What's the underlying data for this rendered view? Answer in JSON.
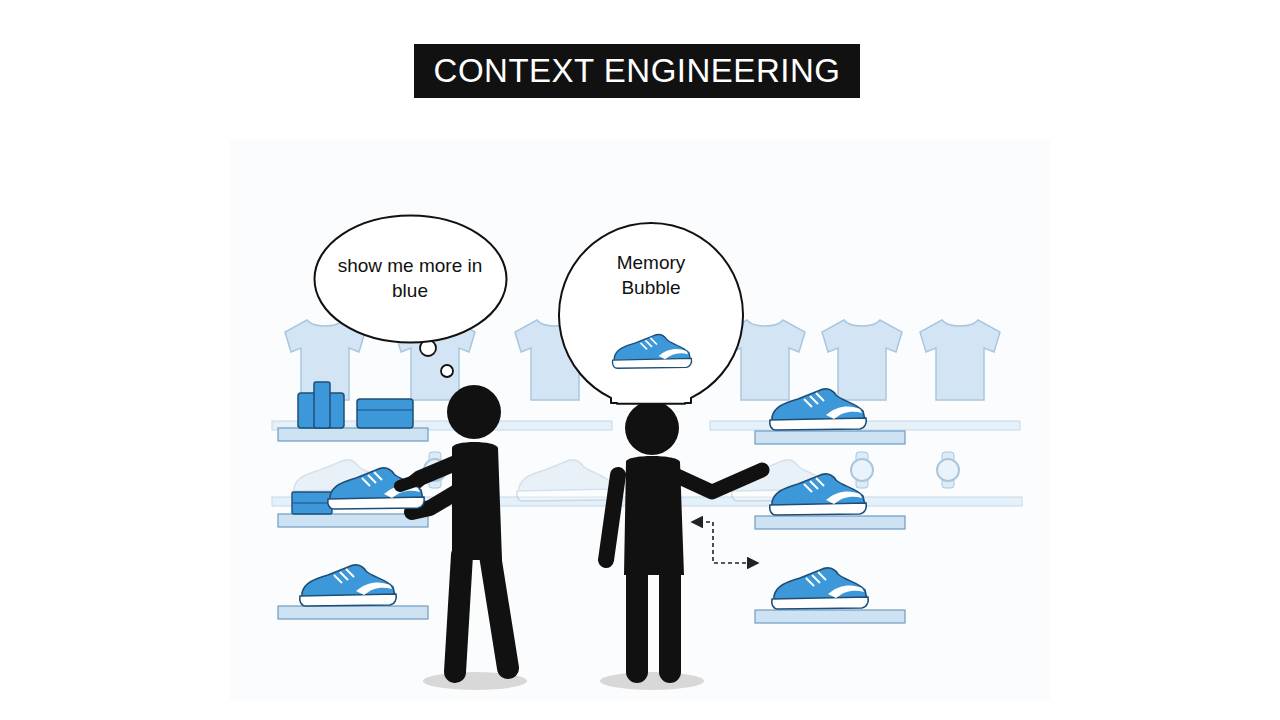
{
  "diagram": {
    "title": "CONTEXT ENGINEERING",
    "nodes": [
      {
        "text": [
          "show me more in blue"
        ]
      },
      {
        "text": [
          "Memory Bubble"
        ]
      }
    ]
  }
}
